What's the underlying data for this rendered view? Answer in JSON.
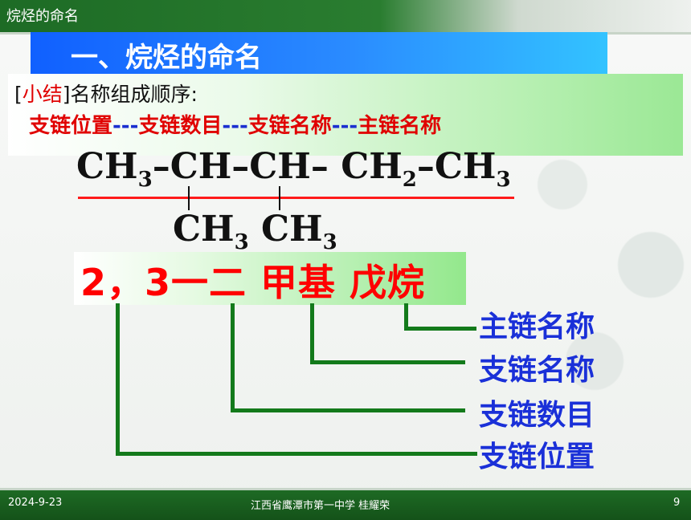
{
  "header": {
    "slide_title": "烷烃的命名"
  },
  "heading": "一、烷烃的命名",
  "summary": {
    "bracket_open": "[",
    "tag": "小结",
    "bracket_close": "]",
    "rest": "名称组成顺序:",
    "order_1": "支链位置",
    "sep_1": "---",
    "order_2": "支链数目",
    "sep_2": "---",
    "order_3": "支链名称",
    "sep_3": "---",
    "order_4": "主链名称"
  },
  "formula": {
    "g1": "CH",
    "g1_sub": "3",
    "d1": "–",
    "g2": "CH",
    "d2": "–",
    "g3": "CH",
    "d3": "– ",
    "g4": "CH",
    "g4_sub": "2",
    "d4": "–",
    "g5": "CH",
    "g5_sub": "3",
    "branch1": "CH",
    "branch1_sub": "3",
    "branch2": "CH",
    "branch2_sub": "3"
  },
  "compound_name": "2，3一二 甲基 戊烷",
  "labels": {
    "main_chain_name": "主链名称",
    "branch_name": "支链名称",
    "branch_count": "支链数目",
    "branch_position": "支链位置"
  },
  "footer": {
    "date": "2024-9-23",
    "school": "江西省鹰潭市第一中学 桂耀荣",
    "page": "9"
  }
}
